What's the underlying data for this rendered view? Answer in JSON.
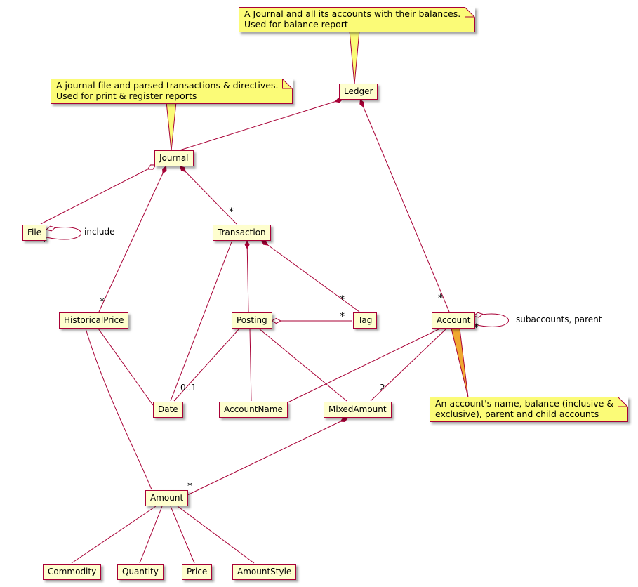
{
  "diagram_type": "uml-class-diagram",
  "colors": {
    "edge": "#A80036",
    "class_bg": "#FEFECE",
    "note_bg": "#FBFB77",
    "note_connector_orange": "#F0A830"
  },
  "classes": {
    "ledger": "Ledger",
    "journal": "Journal",
    "file": "File",
    "transaction": "Transaction",
    "historical_price": "HistoricalPrice",
    "posting": "Posting",
    "tag": "Tag",
    "account": "Account",
    "date": "Date",
    "account_name": "AccountName",
    "mixed_amount": "MixedAmount",
    "amount": "Amount",
    "commodity": "Commodity",
    "quantity": "Quantity",
    "price": "Price",
    "amount_style": "AmountStyle"
  },
  "notes": {
    "ledger": {
      "line1": "A Journal and all its accounts with their balances.",
      "line2": "Used for balance report"
    },
    "journal": {
      "line1": "A journal file and parsed transactions & directives.",
      "line2": "Used for print & register reports"
    },
    "account": {
      "line1": "An account's name, balance (inclusive &",
      "line2": "exclusive), parent and child accounts"
    }
  },
  "edge_labels": {
    "star": "*",
    "include": "include",
    "subaccounts": "subaccounts, parent",
    "posting_date": "0..1",
    "account_mixedamount": "2"
  }
}
